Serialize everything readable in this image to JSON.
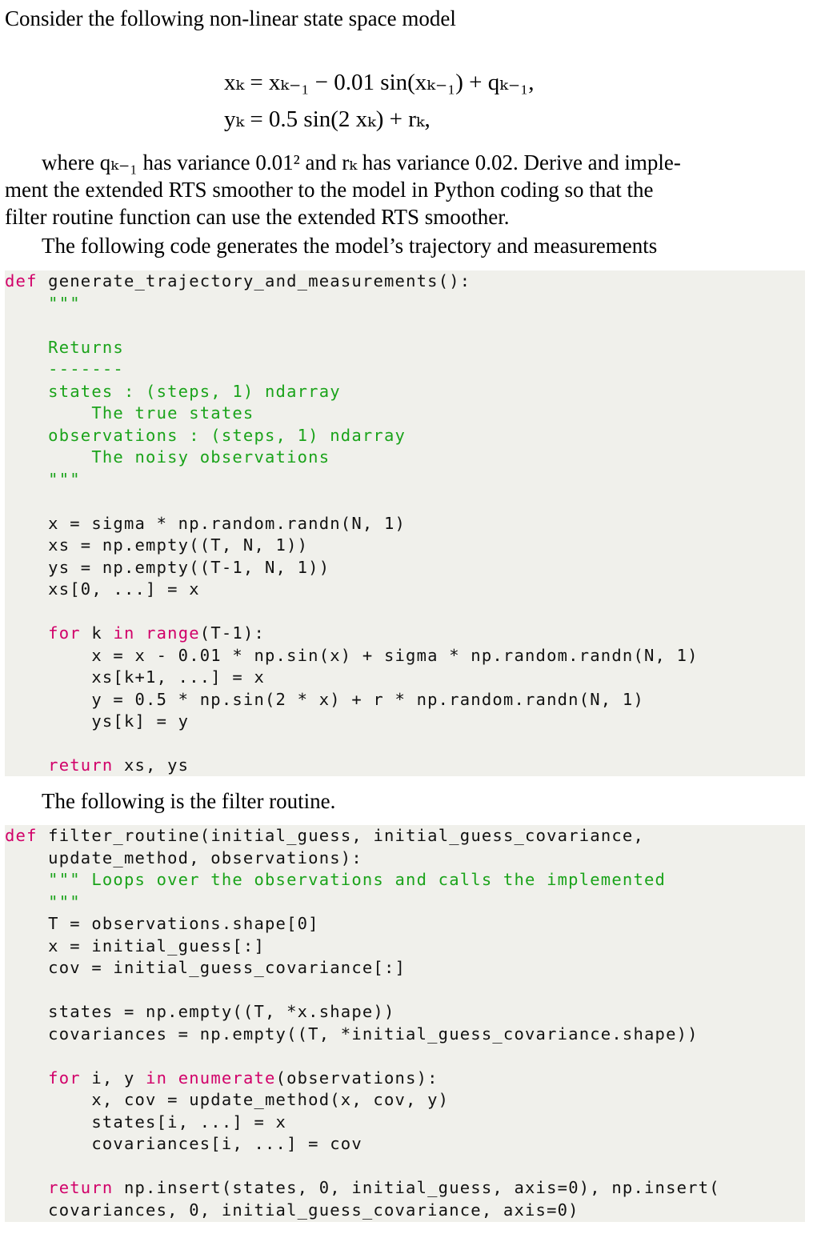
{
  "intro": "Consider the following non-linear state space model",
  "equations": {
    "eq1": "xₖ = xₖ₋₁ − 0.01 sin(xₖ₋₁) + qₖ₋₁,",
    "eq2": "yₖ = 0.5 sin(2 xₖ) + rₖ,"
  },
  "description_line1": "where qₖ₋₁ has variance 0.01² and rₖ has variance 0.02. Derive and imple-",
  "description_line2": "ment the extended RTS smoother to the model in Python coding so that the",
  "description_line3": "filter routine function can use the extended RTS smoother.",
  "generator_intro": "The following code generates the model’s trajectory and measurements",
  "filter_intro": "The following is the filter routine.",
  "code1": [
    [
      {
        "c": "kw",
        "t": "def"
      },
      {
        "c": "txt",
        "t": " generate_trajectory_and_measurements():"
      }
    ],
    [
      {
        "c": "str",
        "t": "    \"\"\""
      }
    ],
    [
      {
        "c": "str",
        "t": ""
      }
    ],
    [
      {
        "c": "str",
        "t": "    Returns"
      }
    ],
    [
      {
        "c": "str",
        "t": "    -------"
      }
    ],
    [
      {
        "c": "str",
        "t": "    states : (steps, 1) ndarray"
      }
    ],
    [
      {
        "c": "str",
        "t": "        The true states"
      }
    ],
    [
      {
        "c": "str",
        "t": "    observations : (steps, 1) ndarray"
      }
    ],
    [
      {
        "c": "str",
        "t": "        The noisy observations"
      }
    ],
    [
      {
        "c": "str",
        "t": "    \"\"\""
      }
    ],
    [
      {
        "c": "txt",
        "t": ""
      }
    ],
    [
      {
        "c": "txt",
        "t": "    x = sigma * np.random.randn(N, 1)"
      }
    ],
    [
      {
        "c": "txt",
        "t": "    xs = np.empty((T, N, 1))"
      }
    ],
    [
      {
        "c": "txt",
        "t": "    ys = np.empty((T-1, N, 1))"
      }
    ],
    [
      {
        "c": "txt",
        "t": "    xs[0, ...] = x"
      }
    ],
    [
      {
        "c": "txt",
        "t": ""
      }
    ],
    [
      {
        "c": "kw",
        "t": "    for"
      },
      {
        "c": "txt",
        "t": " k "
      },
      {
        "c": "kw",
        "t": "in"
      },
      {
        "c": "txt",
        "t": " "
      },
      {
        "c": "kw",
        "t": "range"
      },
      {
        "c": "txt",
        "t": "(T-1):"
      }
    ],
    [
      {
        "c": "txt",
        "t": "        x = x - 0.01 * np.sin(x) + sigma * np.random.randn(N, 1)"
      }
    ],
    [
      {
        "c": "txt",
        "t": "        xs[k+1, ...] = x"
      }
    ],
    [
      {
        "c": "txt",
        "t": "        y = 0.5 * np.sin(2 * x) + r * np.random.randn(N, 1)"
      }
    ],
    [
      {
        "c": "txt",
        "t": "        ys[k] = y"
      }
    ],
    [
      {
        "c": "txt",
        "t": ""
      }
    ],
    [
      {
        "c": "kw",
        "t": "    return"
      },
      {
        "c": "txt",
        "t": " xs, ys"
      }
    ]
  ],
  "code2": [
    [
      {
        "c": "kw",
        "t": "def"
      },
      {
        "c": "txt",
        "t": " filter_routine(initial_guess, initial_guess_covariance,"
      }
    ],
    [
      {
        "c": "txt",
        "t": "    update_method, observations):"
      }
    ],
    [
      {
        "c": "str",
        "t": "    \"\"\" Loops over the observations and calls the implemented"
      }
    ],
    [
      {
        "c": "str",
        "t": "    \"\"\""
      }
    ],
    [
      {
        "c": "txt",
        "t": "    T = observations.shape[0]"
      }
    ],
    [
      {
        "c": "txt",
        "t": "    x = initial_guess[:]"
      }
    ],
    [
      {
        "c": "txt",
        "t": "    cov = initial_guess_covariance[:]"
      }
    ],
    [
      {
        "c": "txt",
        "t": ""
      }
    ],
    [
      {
        "c": "txt",
        "t": "    states = np.empty((T, *x.shape))"
      }
    ],
    [
      {
        "c": "txt",
        "t": "    covariances = np.empty((T, *initial_guess_covariance.shape))"
      }
    ],
    [
      {
        "c": "txt",
        "t": ""
      }
    ],
    [
      {
        "c": "kw",
        "t": "    for"
      },
      {
        "c": "txt",
        "t": " i, y "
      },
      {
        "c": "kw",
        "t": "in"
      },
      {
        "c": "txt",
        "t": " "
      },
      {
        "c": "kw",
        "t": "enumerate"
      },
      {
        "c": "txt",
        "t": "(observations):"
      }
    ],
    [
      {
        "c": "txt",
        "t": "        x, cov = update_method(x, cov, y)"
      }
    ],
    [
      {
        "c": "txt",
        "t": "        states[i, ...] = x"
      }
    ],
    [
      {
        "c": "txt",
        "t": "        covariances[i, ...] = cov"
      }
    ],
    [
      {
        "c": "txt",
        "t": ""
      }
    ],
    [
      {
        "c": "kw",
        "t": "    return"
      },
      {
        "c": "txt",
        "t": " np.insert(states, 0, initial_guess, axis=0), np.insert("
      }
    ],
    [
      {
        "c": "txt",
        "t": "    covariances, 0, initial_guess_covariance, axis=0)"
      }
    ]
  ]
}
